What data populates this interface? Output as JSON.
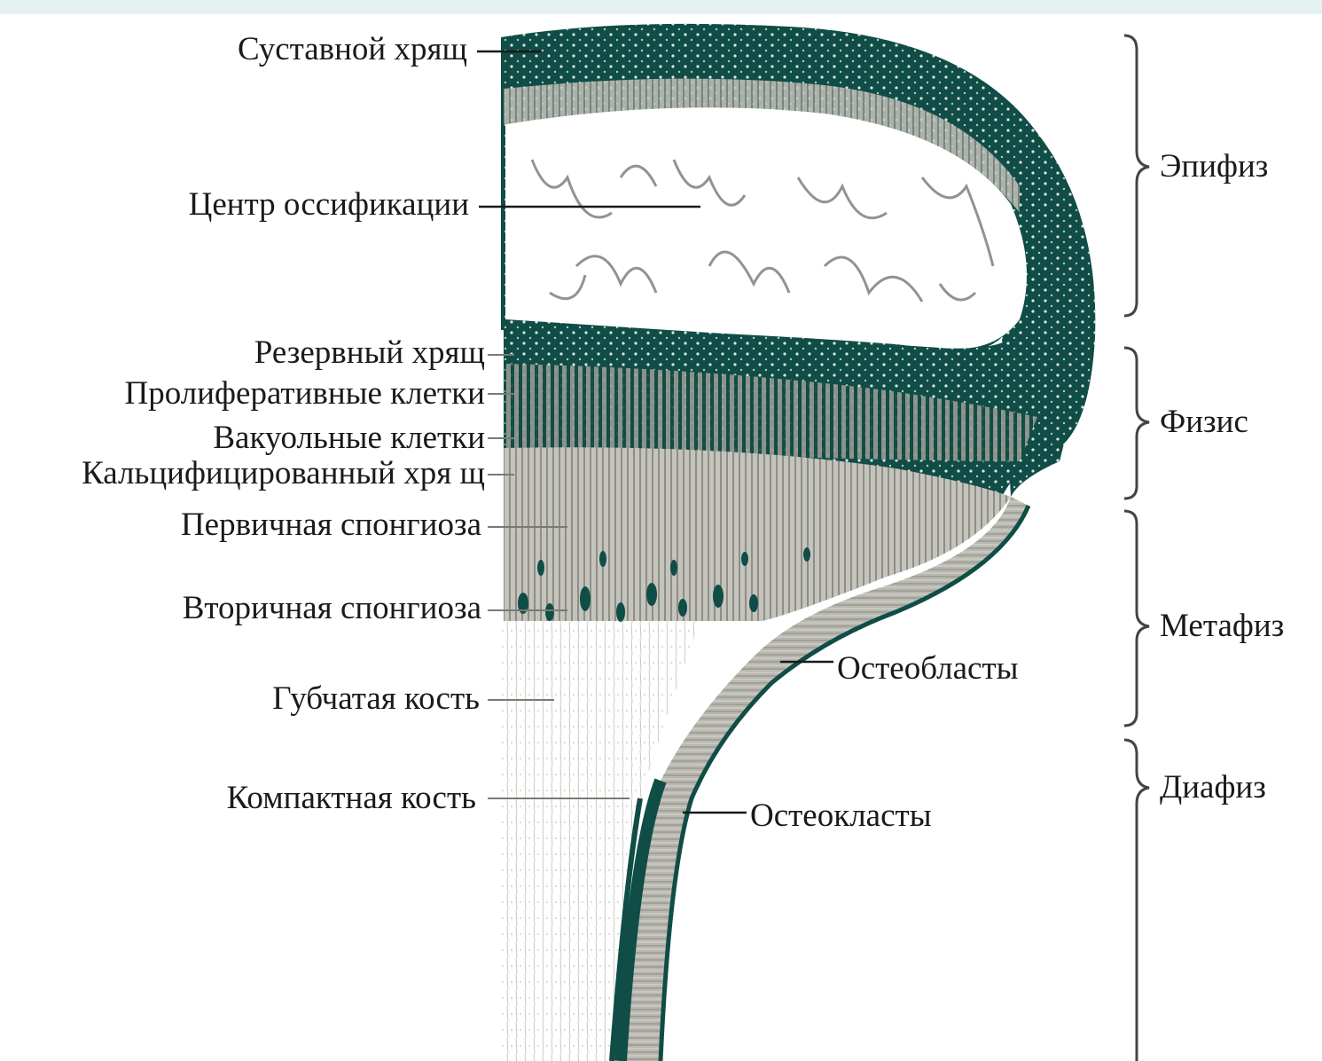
{
  "colors": {
    "cartilage": "#0f4d46",
    "bone_gray": "#8e8e86",
    "light_gray": "#c9c9c2",
    "background": "#ffffff",
    "top_band": "#e4f3f1",
    "ink": "#1a1a1a"
  },
  "labels_left": {
    "articular_cartilage": "Суставной хрящ",
    "ossification_center": "Центр оссификации",
    "reserve_cartilage": "Резервный хрящ",
    "proliferative_cells": "Пролиферативные клетки",
    "vacuolated_cells": "Вакуольные клетки",
    "calcified_cartilage": "Кальцифицированный хря щ",
    "primary_spongiosa": "Первичная спонгиоза",
    "secondary_spongiosa": "Вторичная спонгиоза",
    "spongy_bone": "Губчатая кость",
    "compact_bone": "Компактная кость"
  },
  "labels_inner": {
    "osteoblasts": "Остеобласты",
    "osteoclasts": "Остеокласты"
  },
  "regions": {
    "epiphysis": "Эпифиз",
    "physis": "Физис",
    "metaphysis": "Метафиз",
    "diaphysis": "Диафиз"
  }
}
